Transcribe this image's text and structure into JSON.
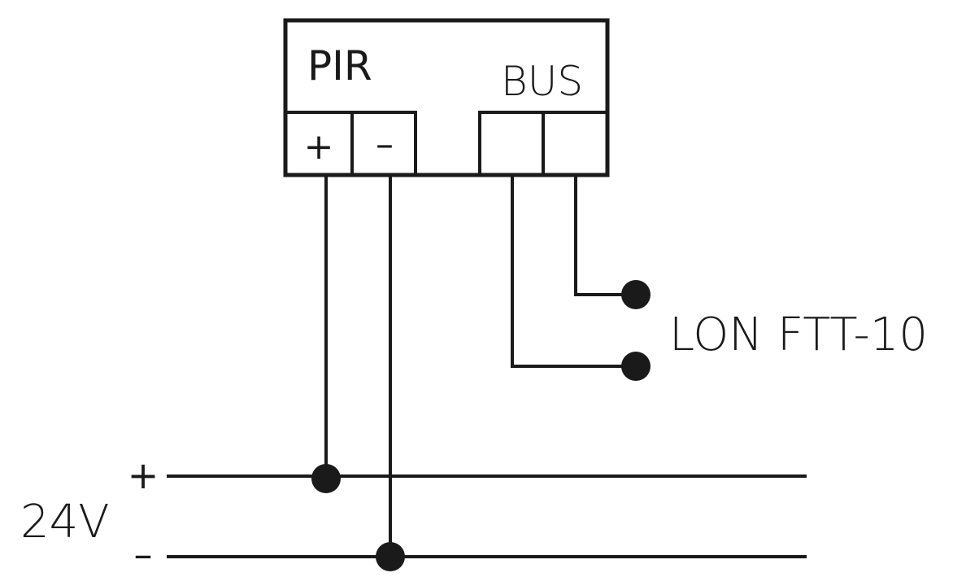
{
  "colors": {
    "stroke": "#1a1a1a",
    "background": "#ffffff"
  },
  "module": {
    "title": "PIR",
    "bus_label": "BUS",
    "terminals": {
      "plus": "+",
      "minus": "–",
      "bus_a": "",
      "bus_b": ""
    }
  },
  "bus_connection": {
    "label": "LON FTT-10"
  },
  "power": {
    "label": "24V",
    "plus_sign": "+",
    "minus_sign": "–"
  }
}
